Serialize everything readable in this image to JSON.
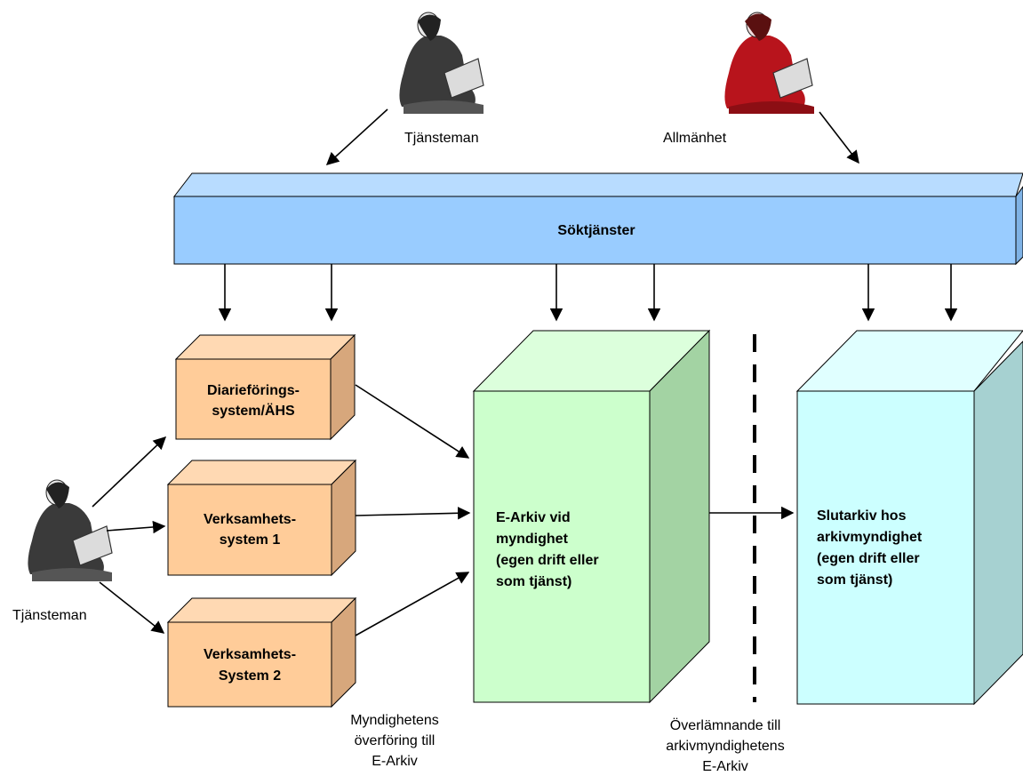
{
  "actors": {
    "top_left_label": "Tjänsteman",
    "top_right_label": "Allmänhet",
    "left_label": "Tjänsteman"
  },
  "search_bar": {
    "label": "Söktjänster"
  },
  "boxes": {
    "diarie": [
      "Diarieförings-",
      "system/ÄHS"
    ],
    "verksamhet1": [
      "Verksamhets-",
      "system 1"
    ],
    "verksamhet2": [
      "Verksamhets-",
      "System 2"
    ],
    "earkiv": [
      "E-Arkiv vid",
      "myndighet",
      "(egen drift eller",
      "som tjänst)"
    ],
    "slutarkiv": [
      "Slutarkiv hos",
      "arkivmyndighet",
      "(egen drift eller",
      "som tjänst)"
    ]
  },
  "captions": {
    "transfer": [
      "Myndighetens",
      "överföring till",
      "E-Arkiv"
    ],
    "handover": [
      "Överlämnande till",
      "arkivmyndighetens",
      "E-Arkiv"
    ]
  },
  "colors": {
    "search_front": "#99ccff",
    "search_top": "#b8dcff",
    "orange_front": "#ffcc99",
    "orange_side": "#d7a77c",
    "green_front": "#ccffcc",
    "green_side": "#a3d3a3",
    "cyan_front": "#ccffff",
    "cyan_side": "#a6d1d1"
  }
}
